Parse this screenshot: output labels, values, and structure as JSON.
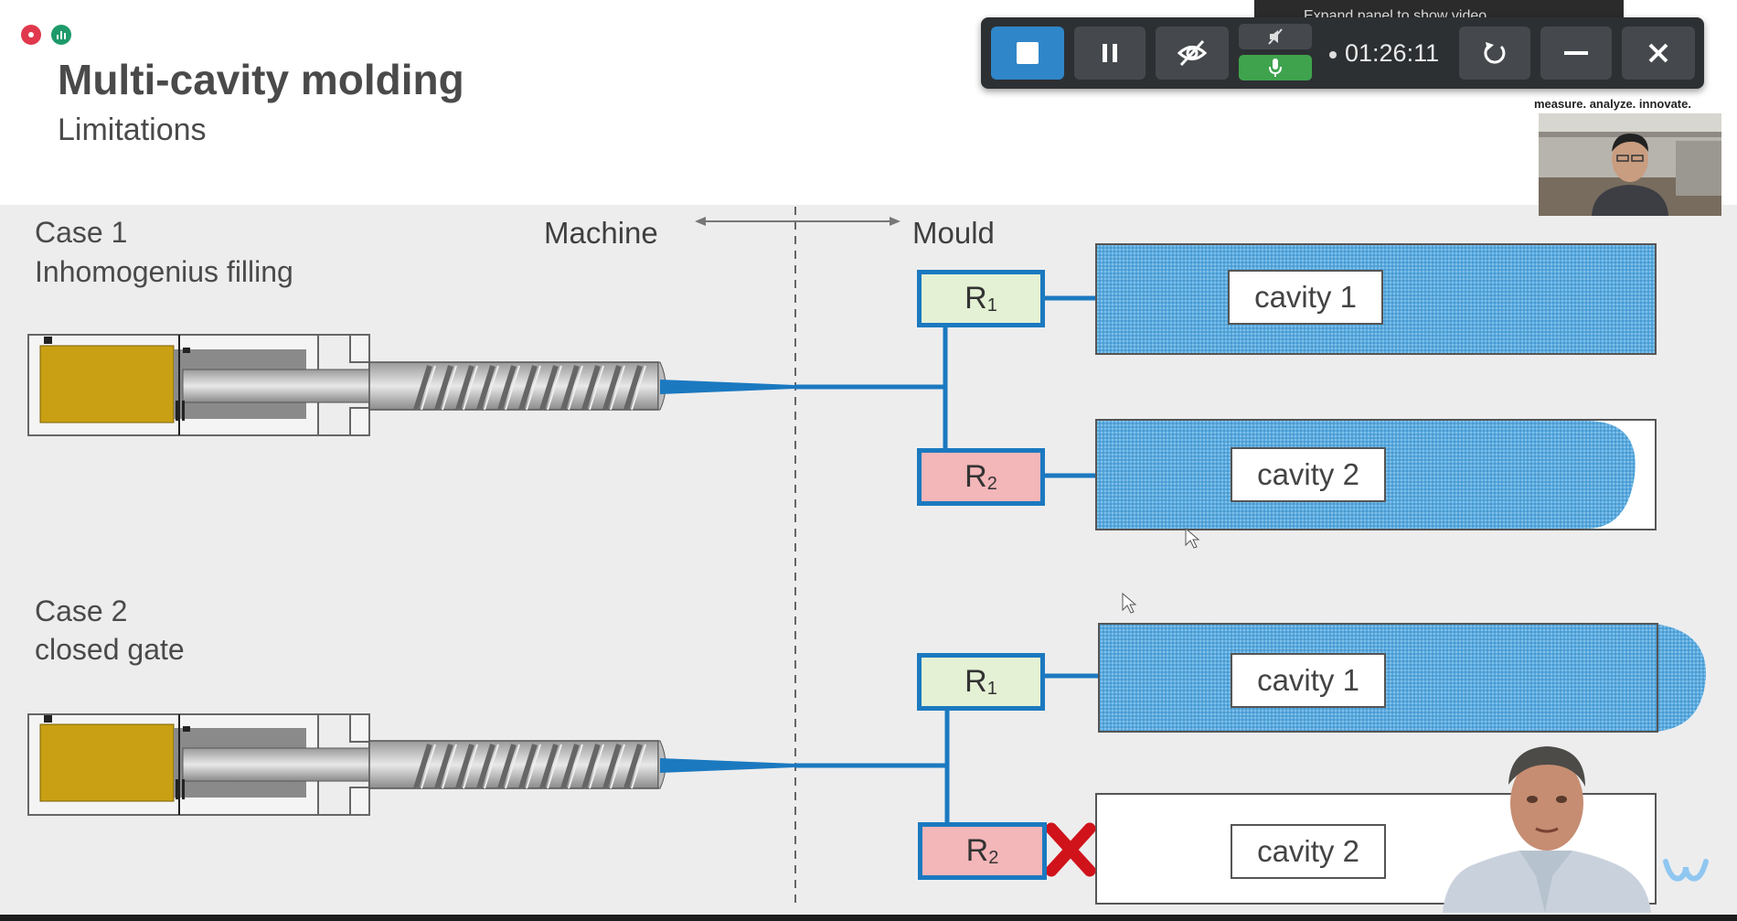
{
  "slide": {
    "title": "Multi-cavity molding",
    "subtitle": "Limitations",
    "case1_line1": "Case 1",
    "case1_line2": "Inhomogenius filling",
    "case2_line1": "Case 2",
    "case2_line2": "closed gate",
    "machine_label": "Machine",
    "mould_label": "Mould",
    "case1": {
      "r1": {
        "text": "R",
        "sub": "1"
      },
      "r2": {
        "text": "R",
        "sub": "2"
      },
      "cavity1": "cavity 1",
      "cavity2": "cavity 2"
    },
    "case2": {
      "r1": {
        "text": "R",
        "sub": "1"
      },
      "r2": {
        "text": "R",
        "sub": "2"
      },
      "cavity1": "cavity 1",
      "cavity2": "cavity 2"
    },
    "colors": {
      "melt_blue": "#1b79c0",
      "cavity_fill": "#6cb4e0",
      "r1_fill": "#e6f2d8",
      "r2_fill": "#f2b8bb",
      "cylinder_gold": "#c9a013",
      "closed_gate_x": "#d0131b"
    }
  },
  "recorder": {
    "timer": "01:26:11",
    "tooltip": "Expand panel to show video",
    "icons": [
      "stop-icon",
      "pause-icon",
      "camera-off-icon",
      "speaker-muted-icon",
      "mic-icon",
      "restart-icon",
      "minimize-icon",
      "close-icon"
    ]
  },
  "webcam": {
    "tagline": "measure. analyze. innovate."
  }
}
